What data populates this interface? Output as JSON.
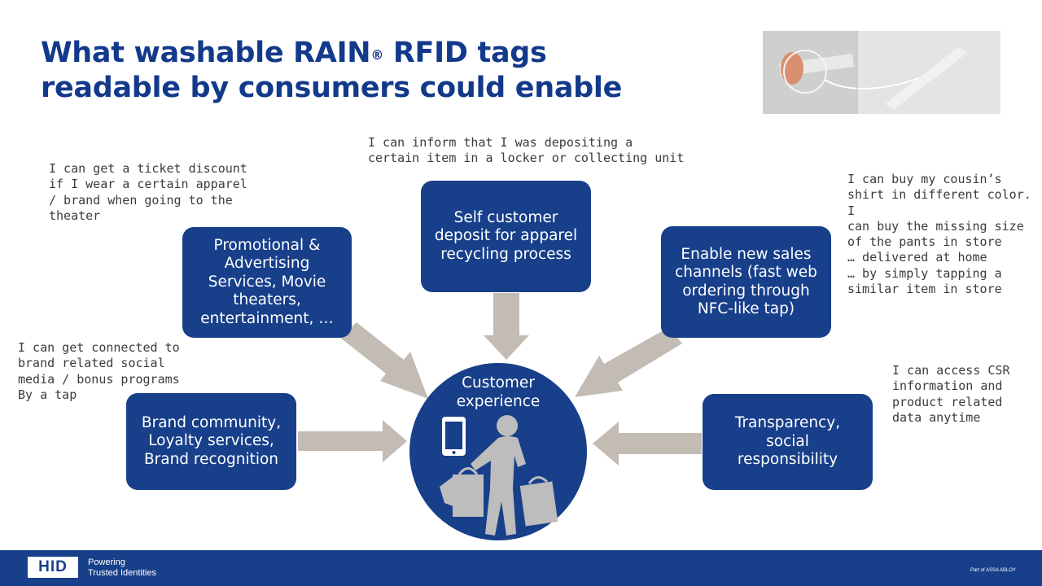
{
  "title": {
    "line1_pre": "What washable RAIN",
    "line1_sup": "®",
    "line1_post": " RFID tags",
    "line2": "readable by consumers could enable"
  },
  "notes": {
    "top_left": "I can get a ticket discount\nif I wear a certain apparel\n/ brand when going to the\ntheater",
    "top_center": "I can inform that I was depositing a\ncertain item in a locker or collecting unit",
    "top_right": "I can buy my cousin’s\nshirt in different color. I\ncan buy the missing size\nof the pants in store\n… delivered at home\n… by simply tapping a\nsimilar item in store",
    "mid_left": "I can get connected to\nbrand related social\nmedia / bonus programs\nBy a tap",
    "mid_right": "I can access CSR\ninformation and\nproduct related\ndata anytime"
  },
  "boxes": {
    "promotional": "Promotional &\nAdvertising\nServices, Movie\ntheaters,\nentertainment, …",
    "self_deposit": "Self customer\ndeposit for apparel\nrecycling process",
    "sales_channels": "Enable new sales\nchannels (fast web\nordering through\nNFC-like tap)",
    "brand_community": "Brand community,\nLoyalty services,\nBrand recognition",
    "transparency": "Transparency,\nsocial\nresponsibility"
  },
  "center": {
    "label": "Customer\nexperience",
    "icons": [
      "smartphone-icon",
      "shopper-with-bags-icon"
    ]
  },
  "footer": {
    "logo": "HID",
    "tagline": "Powering\nTrusted Identities",
    "part_of": "Part of ASSA ABLOY"
  },
  "colors": {
    "primary_blue": "#173f8a",
    "title_blue": "#12398a",
    "arrow_gray": "#c3bcb4",
    "figure_gray": "#bdbdbd"
  }
}
